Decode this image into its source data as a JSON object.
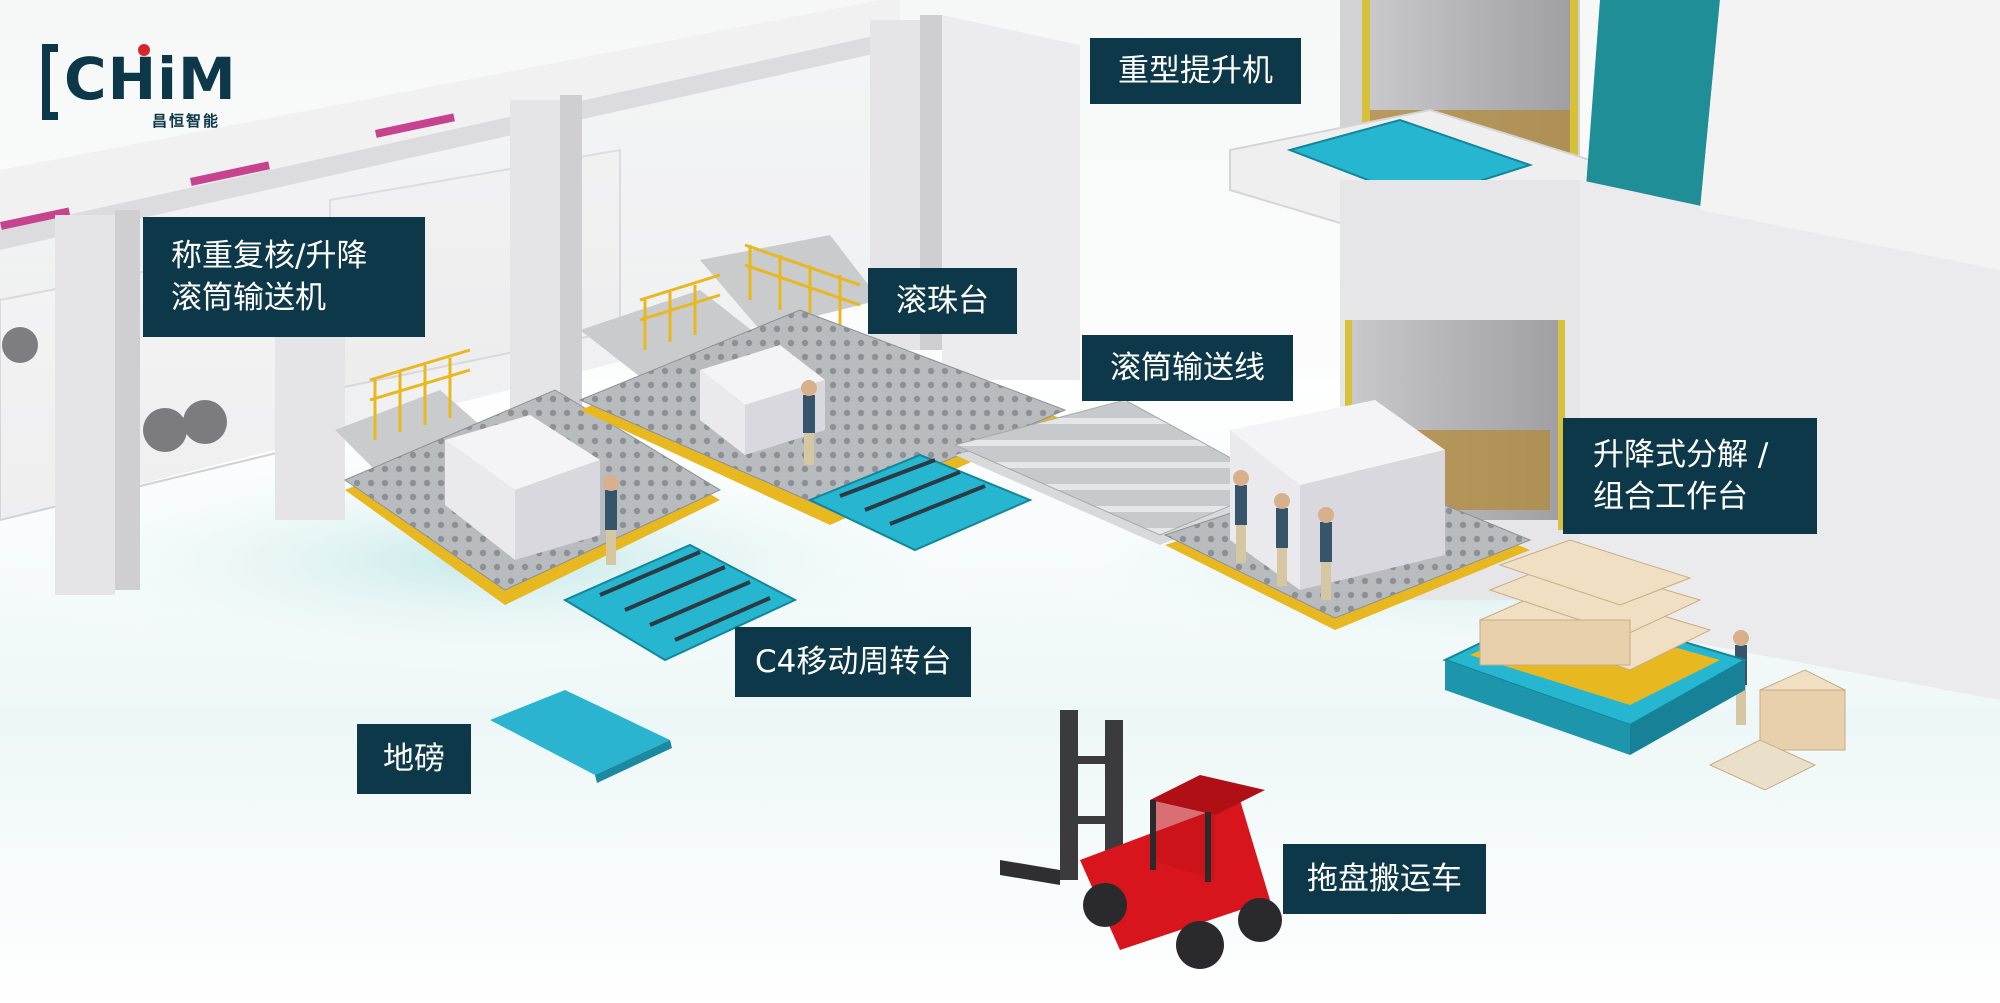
{
  "logo": {
    "brand": "CHiM",
    "brand_cn": "昌恒智能"
  },
  "labels": {
    "weighing_conveyor": [
      "称重复核/升降",
      "滚筒输送机"
    ],
    "ball_table": "滚珠台",
    "heavy_lift": "重型提升机",
    "roller_line": "滚筒输送线",
    "assembly_station": [
      "升降式分解 /",
      "组合工作台"
    ],
    "c4_mobile": "C4移动周转台",
    "floor_scale": "地磅",
    "pallet_truck": "拖盘搬运车"
  },
  "colors": {
    "label_bg": "#0d3849",
    "label_text": "#ffffff",
    "platform_cyan": "#27b6cf",
    "platform_yellow": "#e8b820",
    "forklift_red": "#d8141c",
    "wall": "#e7e7e9",
    "teal_accent": "#1f8e97",
    "logo_red_dot": "#d7262b"
  }
}
